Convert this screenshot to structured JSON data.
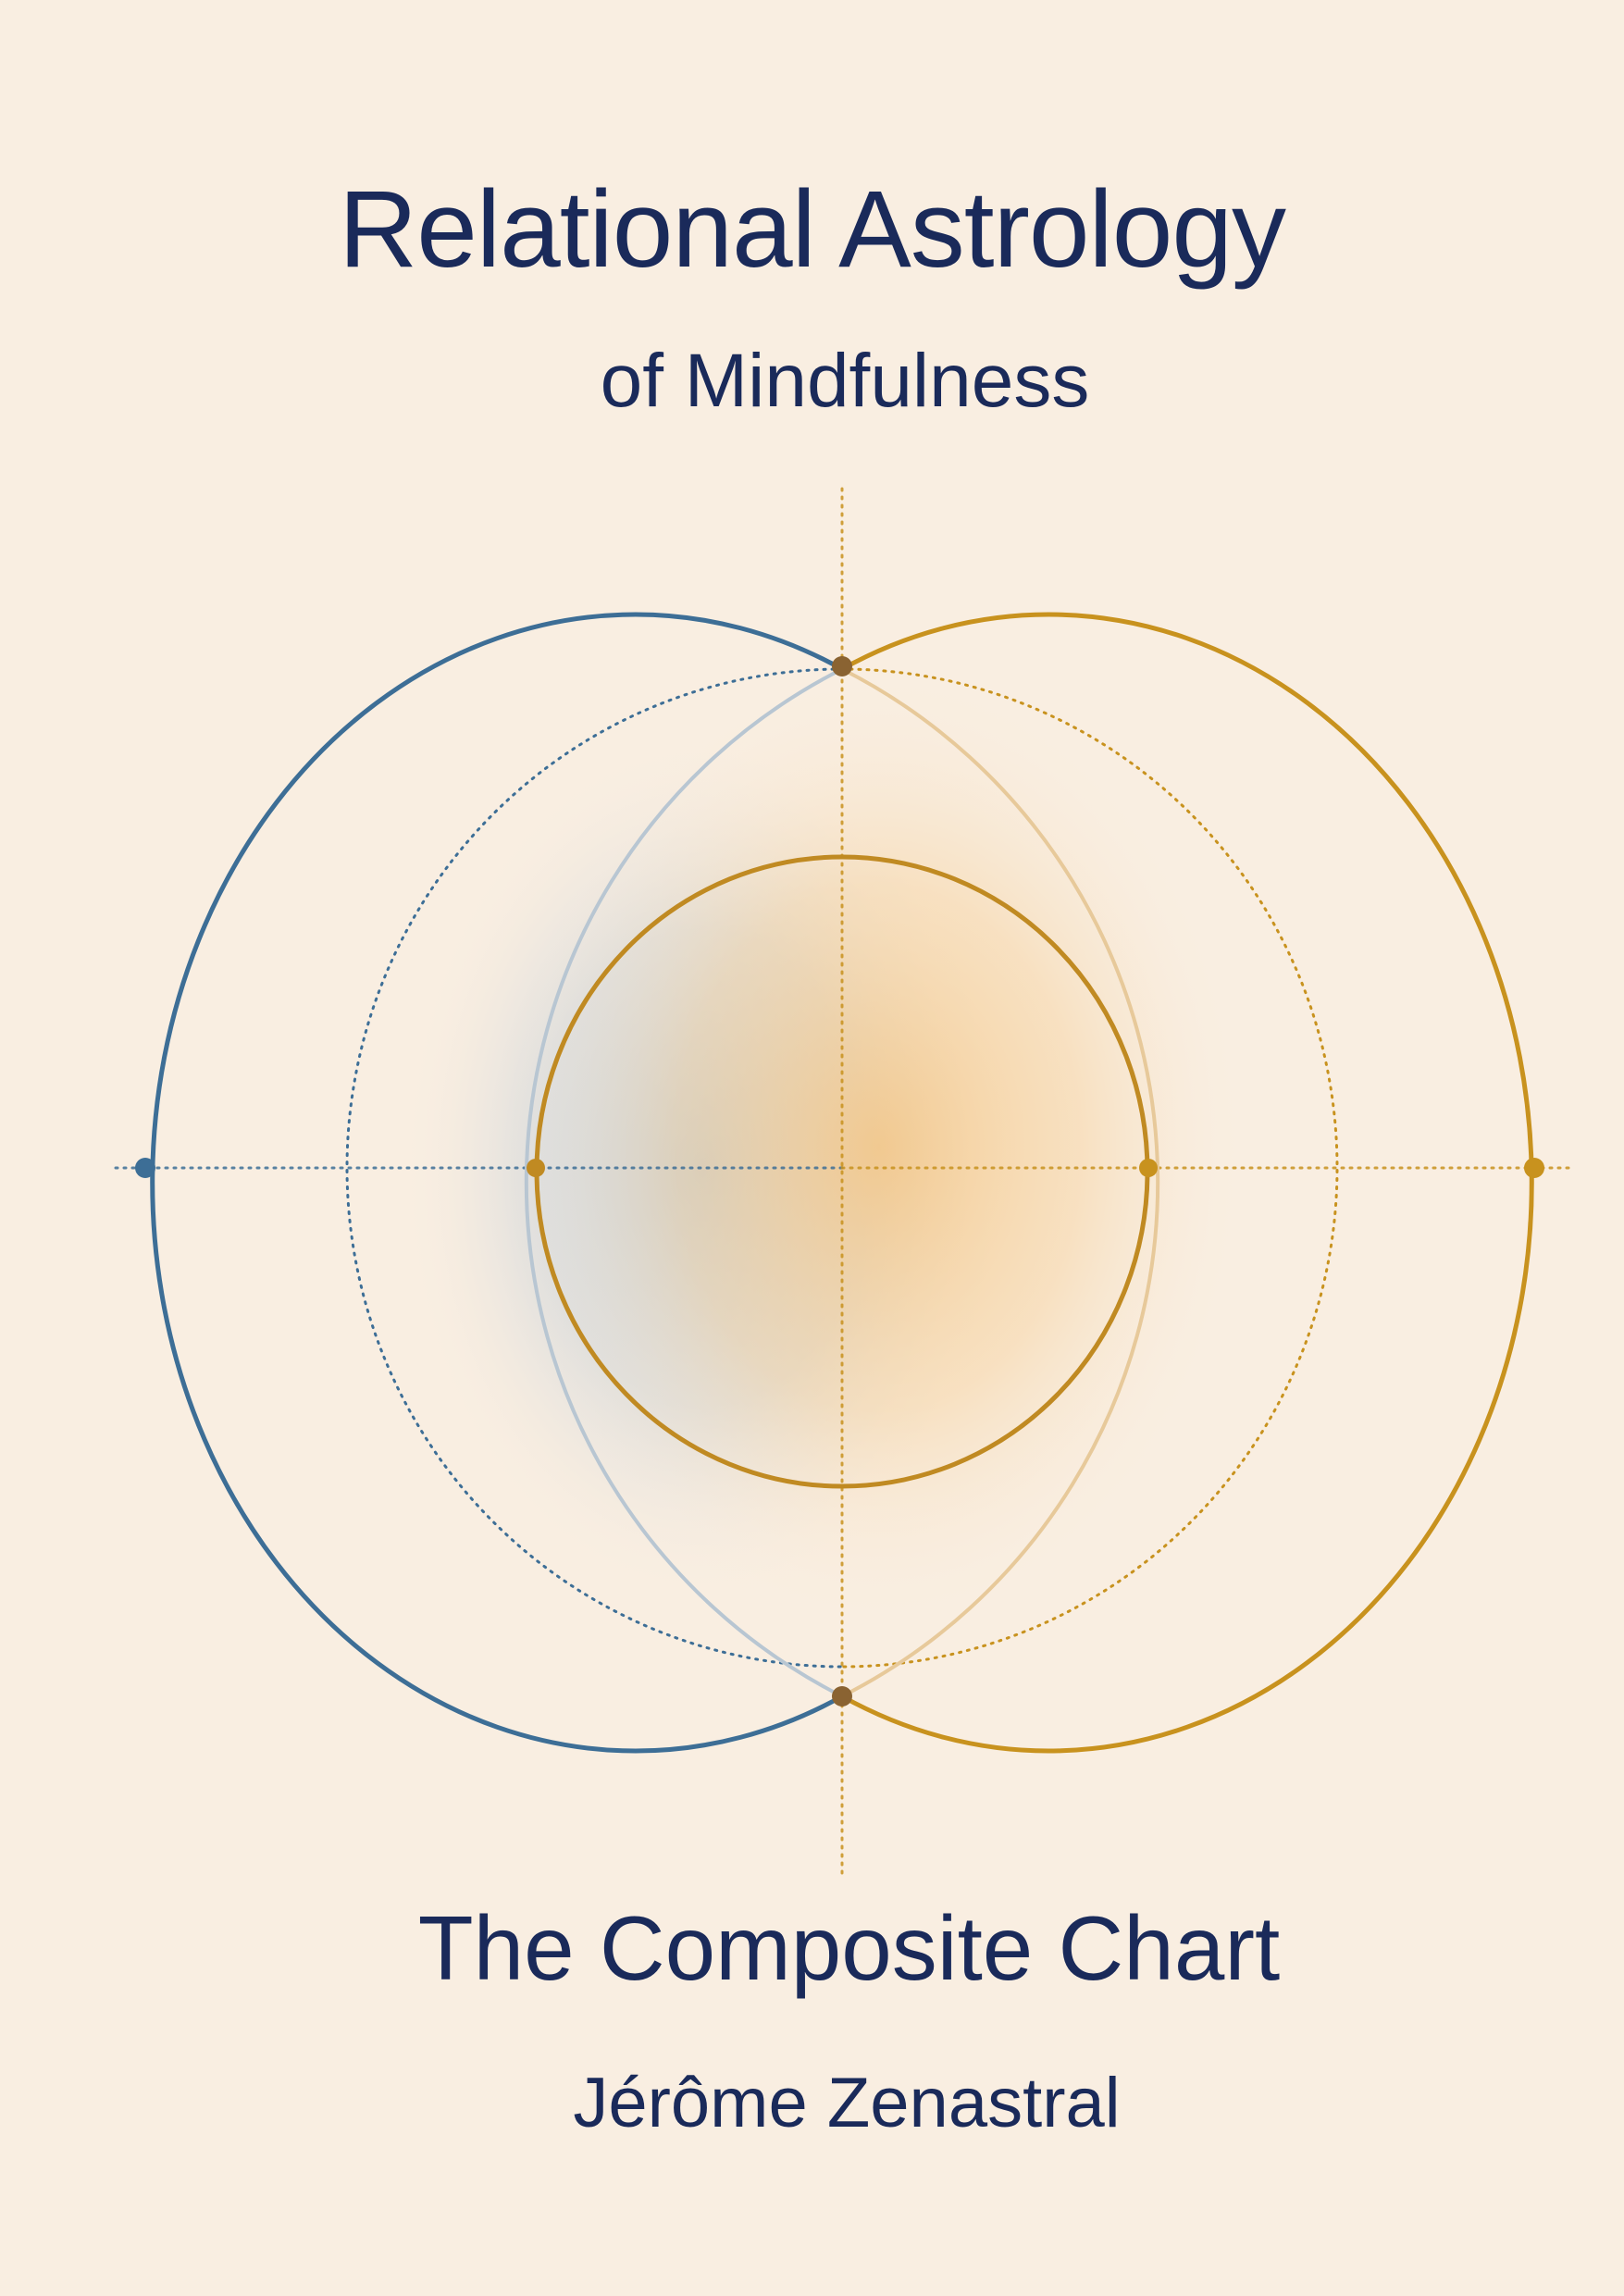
{
  "cover": {
    "title": "Relational Astrology",
    "subtitle": "of Mindfulness",
    "book_subtitle": "The Composite Chart",
    "author": "Jérôme Zenastral"
  },
  "colors": {
    "background": "#f9eee1",
    "text": "#1a2a5a",
    "blue": "#3d6e96",
    "gold": "#c8921e",
    "node": "#8a6332"
  },
  "diagram": {
    "left_circle": "blue-circle",
    "right_circle": "gold-circle",
    "inner_circle": "composite-circle",
    "guides": "dotted-axes"
  }
}
